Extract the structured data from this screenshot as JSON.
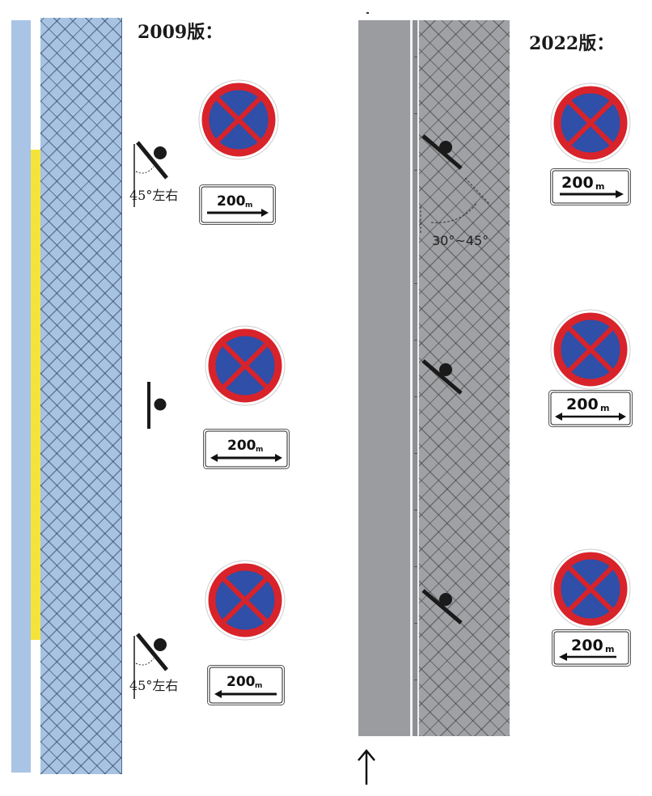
{
  "titles": {
    "left": "2009版：",
    "right": "2022版："
  },
  "angle_labels": {
    "left_top": "45°左右",
    "left_bottom": "45°左右",
    "right": "30°~45°"
  },
  "plates": {
    "2009": [
      {
        "text": "200",
        "unit": "m",
        "arrow": "right"
      },
      {
        "text": "200",
        "unit": "m",
        "arrow": "both"
      },
      {
        "text": "200",
        "unit": "m",
        "arrow": "left"
      }
    ],
    "2022": [
      {
        "text": "200",
        "unit": "m",
        "arrow": "right"
      },
      {
        "text": "200",
        "unit": "m",
        "arrow": "both"
      },
      {
        "text": "200",
        "unit": "m",
        "arrow": "left"
      }
    ]
  },
  "colors": {
    "sign_red": "#d8232a",
    "sign_blue": "#2f4fa8",
    "lane_blue": "#a9c4e4",
    "yellow_line": "#f4e43a",
    "road_gray": "#9a9ca0"
  },
  "icons": [
    "no-parking-sign-icon",
    "sign-post-icon",
    "up-arrow-icon"
  ]
}
